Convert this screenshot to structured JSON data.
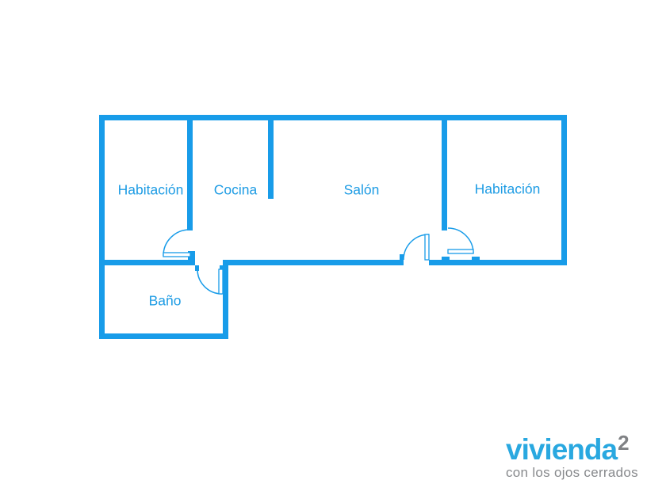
{
  "floorplan": {
    "rooms": [
      {
        "id": "habitacion-left",
        "label": "Habitación"
      },
      {
        "id": "cocina",
        "label": "Cocina"
      },
      {
        "id": "salon",
        "label": "Salón"
      },
      {
        "id": "habitacion-right",
        "label": "Habitación"
      },
      {
        "id": "bano",
        "label": "Baño"
      }
    ]
  },
  "logo": {
    "brand": "vivienda",
    "brand_sup": "2",
    "tagline": "con los ojos cerrados"
  },
  "colors": {
    "wall": "#189ce9",
    "room_label": "#1e9ce4",
    "logo_blue": "#29a8e0",
    "logo_sup_gray": "#808285",
    "tagline_gray": "#87898c",
    "background": "#ffffff"
  }
}
